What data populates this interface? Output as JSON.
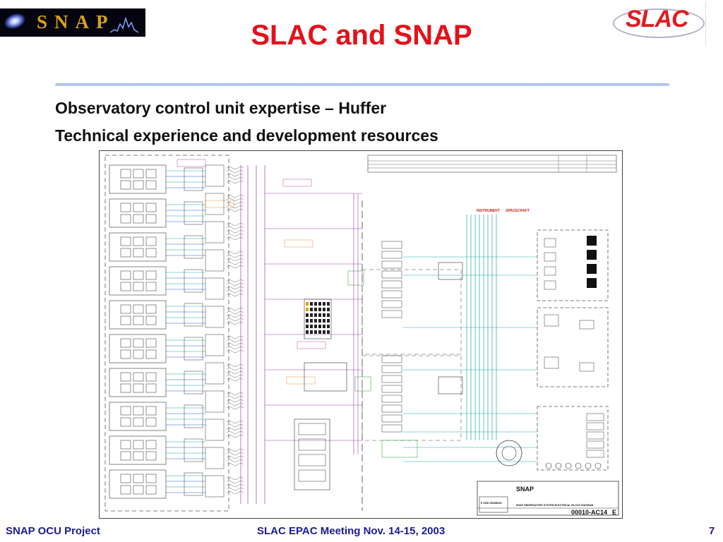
{
  "title": "SLAC and SNAP",
  "logos": {
    "snap_text": "SNAP",
    "slac_text": "SLAC"
  },
  "bullets": [
    "Observatory control unit expertise – Huffer",
    "Technical experience and development resources"
  ],
  "diagram": {
    "label_instrument": "INSTRUMENT",
    "label_spacecraft": "SPACECRAFT",
    "title_block_title": "SNAP OBSERVATORY SYSTEM ELECTRICAL BLOCK DIAGRAM",
    "drawing_number": "00010-AC14",
    "sheet_size": "E",
    "size_drawing": "E SIZE DRAWING",
    "brand": "SNAP"
  },
  "footer": {
    "left": "SNAP OCU Project",
    "center": "SLAC EPAC Meeting Nov. 14-15, 2003",
    "page": "7"
  },
  "colors": {
    "title": "#e3111a",
    "footer": "#1b1b8f",
    "divider": "#9db9e8",
    "wire_purple": "#9b3fb0",
    "wire_teal": "#1fa7a7",
    "wire_blue": "#2b5fd9",
    "box_dark": "#222222",
    "annotation_orange": "#e07a00",
    "annotation_green": "#1e9a2a"
  }
}
